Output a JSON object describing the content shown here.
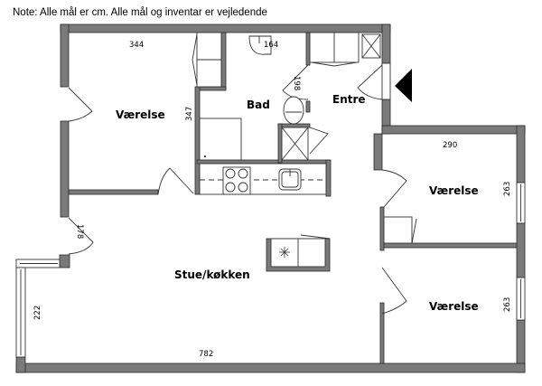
{
  "note": "Note: Alle mål er cm. Alle mål og inventar er vejledende",
  "rooms": [
    {
      "id": "vaerelse-1",
      "label": "Værelse"
    },
    {
      "id": "bad",
      "label": "Bad"
    },
    {
      "id": "entre",
      "label": "Entre"
    },
    {
      "id": "vaerelse-2",
      "label": "Værelse"
    },
    {
      "id": "vaerelse-3",
      "label": "Værelse"
    },
    {
      "id": "stue-kokken",
      "label": "Stue/køkken"
    }
  ],
  "dimensions": {
    "vaerelse1_width": "344",
    "vaerelse1_depth": "347",
    "bad_sink": "164",
    "bad_depth": "198",
    "vaerelse2_width": "290",
    "vaerelse2_depth": "263",
    "vaerelse3_depth": "263",
    "stue_door": "178",
    "stue_window": "222",
    "stue_width": "782"
  },
  "colors": {
    "wall": "#7a7a7a",
    "outline": "#2a2a2a",
    "entrance_arrow": "#000000"
  },
  "icons": {
    "entrance": "entrance-arrow-icon"
  }
}
